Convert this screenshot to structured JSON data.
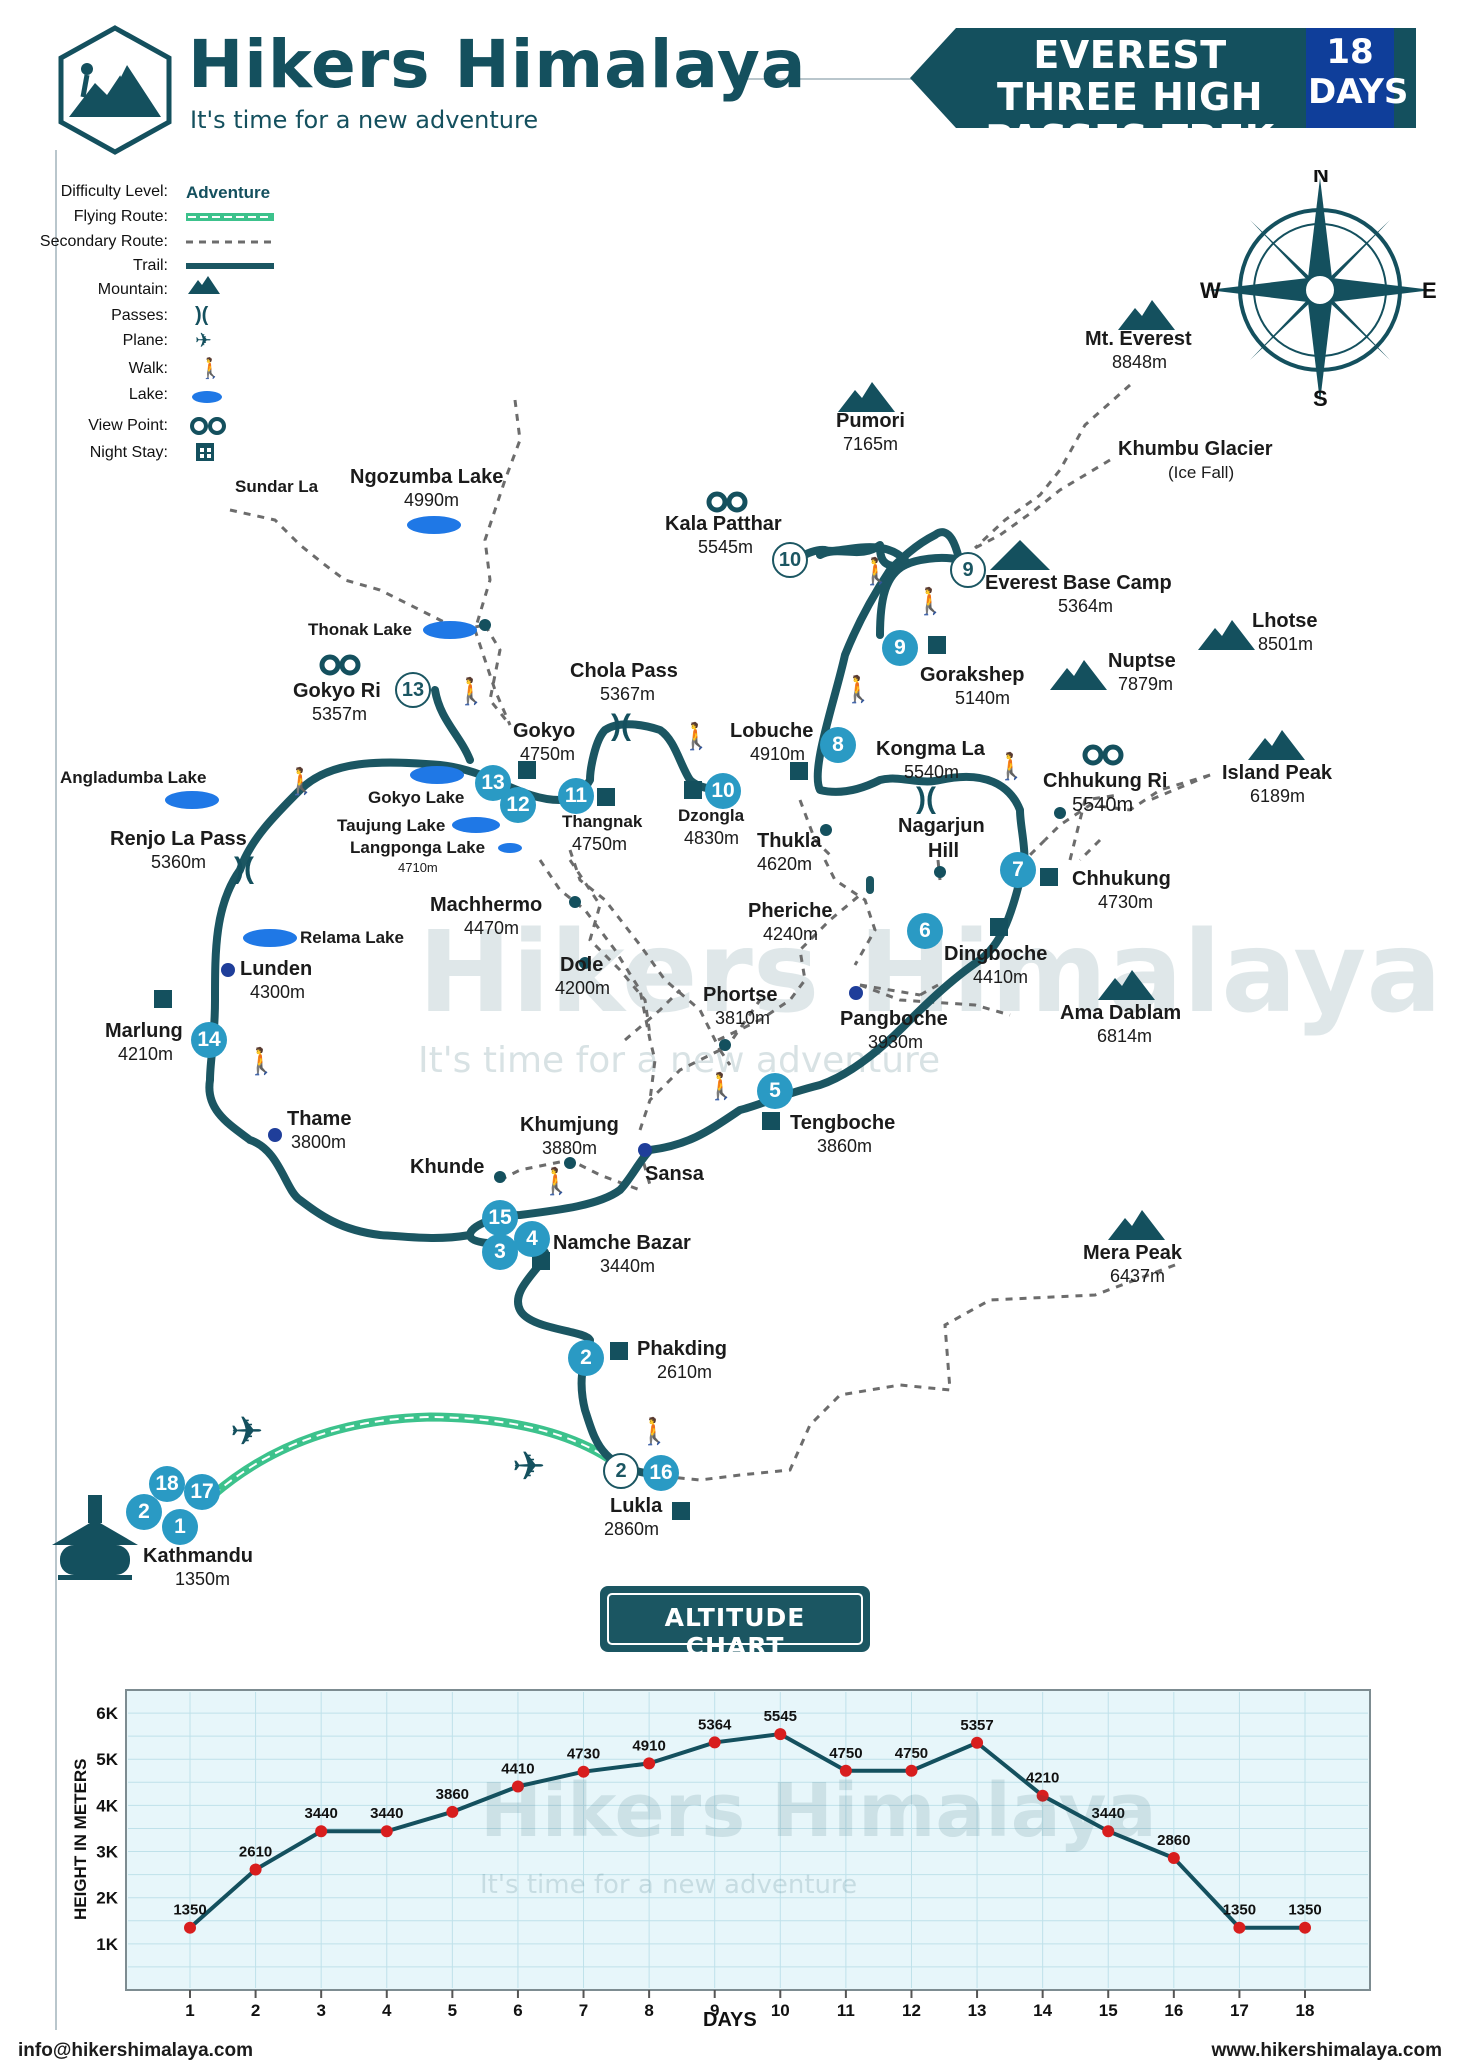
{
  "brand": {
    "name": "Hikers Himalaya",
    "tagline": "It's time for a new adventure"
  },
  "banner": {
    "title_line1": "EVEREST THREE HIGH",
    "title_line2": "PASSES TREK",
    "days_num": "18",
    "days_label": "DAYS"
  },
  "legend": {
    "difficulty_label": "Difficulty Level:",
    "difficulty_value": "Adventure",
    "flying": "Flying Route:",
    "secondary": "Secondary Route:",
    "trail": "Trail:",
    "mountain": "Mountain:",
    "passes": "Passes:",
    "plane": "Plane:",
    "walk": "Walk:",
    "lake": "Lake:",
    "view": "View Point:",
    "night": "Night Stay:"
  },
  "compass": {
    "n": "N",
    "s": "S",
    "e": "E",
    "w": "W"
  },
  "places": {
    "everest": {
      "name": "Mt. Everest",
      "alt": "8848m"
    },
    "pumori": {
      "name": "Pumori",
      "alt": "7165m"
    },
    "khumbu": {
      "name": "Khumbu Glacier",
      "alt": "(Ice Fall)"
    },
    "kala": {
      "name": "Kala Patthar",
      "alt": "5545m"
    },
    "ebc": {
      "name": "Everest Base Camp",
      "alt": "5364m"
    },
    "lhotse": {
      "name": "Lhotse",
      "alt": "8501m"
    },
    "nuptse": {
      "name": "Nuptse",
      "alt": "7879m"
    },
    "gorakshep": {
      "name": "Gorakshep",
      "alt": "5140m"
    },
    "sundar": {
      "name": "Sundar La"
    },
    "ngozumba": {
      "name": "Ngozumba Lake",
      "alt": "4990m"
    },
    "thonak": {
      "name": "Thonak Lake"
    },
    "gokyori": {
      "name": "Gokyo Ri",
      "alt": "5357m"
    },
    "chola": {
      "name": "Chola Pass",
      "alt": "5367m"
    },
    "gokyo": {
      "name": "Gokyo",
      "alt": "4750m"
    },
    "lobuche": {
      "name": "Lobuche",
      "alt": "4910m"
    },
    "kongma": {
      "name": "Kongma La",
      "alt": "5540m"
    },
    "chhukungri": {
      "name": "Chhukung Ri",
      "alt": "5540m"
    },
    "island": {
      "name": "Island Peak",
      "alt": "6189m"
    },
    "angladumba": {
      "name": "Angladumba Lake"
    },
    "gokyolake": {
      "name": "Gokyo Lake"
    },
    "taujung": {
      "name": "Taujung Lake"
    },
    "langponga": {
      "name": "Langponga Lake",
      "alt": "4710m"
    },
    "thangnak": {
      "name": "Thangnak",
      "alt": "4750m"
    },
    "dzongla": {
      "name": "Dzongla",
      "alt": "4830m"
    },
    "thukla": {
      "name": "Thukla",
      "alt": "4620m"
    },
    "nagarjun": {
      "name": "Nagarjun",
      "name2": "Hill"
    },
    "chhukung": {
      "name": "Chhukung",
      "alt": "4730m"
    },
    "renjo": {
      "name": "Renjo La Pass",
      "alt": "5360m"
    },
    "machhermo": {
      "name": "Machhermo",
      "alt": "4470m"
    },
    "pheriche": {
      "name": "Pheriche",
      "alt": "4240m"
    },
    "relama": {
      "name": "Relama Lake"
    },
    "dingboche": {
      "name": "Dingboche",
      "alt": "4410m"
    },
    "lunden": {
      "name": "Lunden",
      "alt": "4300m"
    },
    "dole": {
      "name": "Dole",
      "alt": "4200m"
    },
    "marlung": {
      "name": "Marlung",
      "alt": "4210m"
    },
    "phortse": {
      "name": "Phortse",
      "alt": "3810m"
    },
    "pangboche": {
      "name": "Pangboche",
      "alt": "3930m"
    },
    "amadablam": {
      "name": "Ama Dablam",
      "alt": "6814m"
    },
    "thame": {
      "name": "Thame",
      "alt": "3800m"
    },
    "tengboche": {
      "name": "Tengboche",
      "alt": "3860m"
    },
    "khumjung": {
      "name": "Khumjung",
      "alt": "3880m"
    },
    "khunde": {
      "name": "Khunde"
    },
    "sansa": {
      "name": "Sansa"
    },
    "namche": {
      "name": "Namche Bazar",
      "alt": "3440m"
    },
    "mera": {
      "name": "Mera Peak",
      "alt": "6437m"
    },
    "phakding": {
      "name": "Phakding",
      "alt": "2610m"
    },
    "lukla": {
      "name": "Lukla",
      "alt": "2860m"
    },
    "kathmandu": {
      "name": "Kathmandu",
      "alt": "1350m"
    }
  },
  "day_markers": {
    "d1": "1",
    "d2": "2",
    "d3": "3",
    "d4": "4",
    "d5": "5",
    "d6": "6",
    "d7": "7",
    "d8": "8",
    "d9": "9",
    "d10": "10",
    "d11": "11",
    "d12": "12",
    "d13": "13",
    "d14": "14",
    "d15": "15",
    "d16": "16",
    "d17": "17",
    "d18": "18"
  },
  "watermark": {
    "name": "Hikers Himalaya",
    "tagline": "It's time for a new adventure"
  },
  "chart_title": "ALTITUDE CHART",
  "chart_data": {
    "type": "line",
    "title": "ALTITUDE CHART",
    "xlabel": "DAYS",
    "ylabel": "HEIGHT IN METERS",
    "x": [
      1,
      2,
      3,
      4,
      5,
      6,
      7,
      8,
      9,
      10,
      11,
      12,
      13,
      14,
      15,
      16,
      17,
      18
    ],
    "values": [
      1350,
      2610,
      3440,
      3440,
      3860,
      4410,
      4730,
      4910,
      5364,
      5545,
      4750,
      4750,
      5357,
      4210,
      3440,
      2860,
      1350,
      1350
    ],
    "ytick_labels": [
      "1K",
      "2K",
      "3K",
      "4K",
      "5K",
      "6K"
    ],
    "yticks": [
      1000,
      2000,
      3000,
      4000,
      5000,
      6000
    ],
    "ylim": [
      0,
      6500
    ],
    "grid": true,
    "line_color": "#14505e",
    "marker_color": "#d81e1e"
  },
  "footer": {
    "email": "info@hikershimalaya.com",
    "web": "www.hikershimalaya.com"
  },
  "colors": {
    "trail": "#1b5662",
    "marker": "#2a9ac4",
    "lake": "#1f78e6",
    "flying": "#3cc28c",
    "secondary": "#6c6c6c"
  }
}
